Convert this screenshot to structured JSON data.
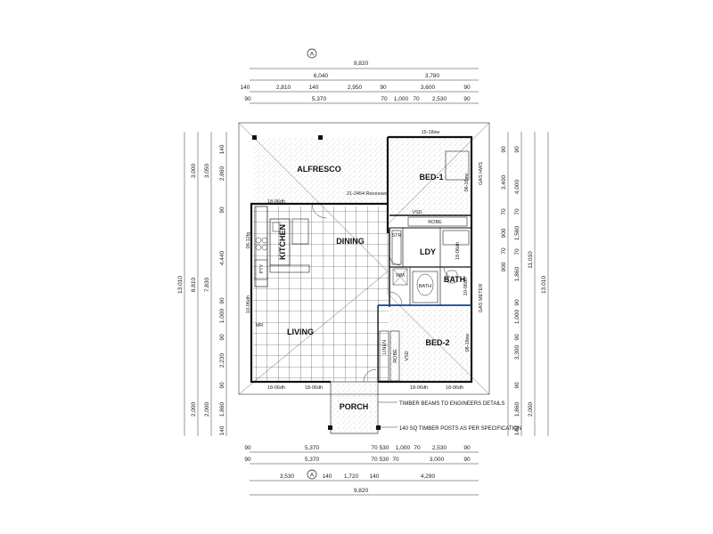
{
  "rooms": {
    "alfresco": "ALFRESCO",
    "bed1": "BED-1",
    "kitchen": "KITCHEN",
    "dining": "DINING",
    "ldy": "LDY",
    "bath": "BATH",
    "living": "LIVING",
    "bed2": "BED-2",
    "porch": "PORCH"
  },
  "labels": {
    "robe_top": "ROBE",
    "vsd_top": "VSD",
    "linen": "LINEN",
    "robe_bed2": "ROBE",
    "vsd_bed2": "VSD",
    "str": "STR",
    "pty": "PTY",
    "wm": "WM",
    "mr": "MR",
    "tub": "BATH",
    "gas_meter": "GAS METER",
    "gas_hws": "GAS HWS"
  },
  "windows": {
    "w_bed1_top": "15-18sw",
    "w_bed1_side": "06-18sw",
    "w_kitchen_top": "18-06dh",
    "w_ldy": "18-06dh",
    "w_bath": "10-06dh",
    "w_bed2_side": "06-18sw",
    "w_living_side": "10-06dh",
    "w_kitchen_side": "06-12fg",
    "w_bed2_bottom": "18-06dh",
    "w_living_bottom_1": "18-06dh",
    "w_living_bottom_2": "18-06dh",
    "w_bed2_bottom_2": "18-06dh",
    "slider": "21-2454 Recessed"
  },
  "dims_top": {
    "overall": "9,820",
    "r2": [
      "6,040",
      "3,780"
    ],
    "r3": [
      "140",
      "2,810",
      "140",
      "2,950",
      "90",
      "3,600",
      "90"
    ],
    "r4": [
      "90",
      "5,370",
      "70",
      "1,000",
      "70",
      "2,530",
      "90"
    ]
  },
  "dims_bottom": {
    "r1": [
      "90",
      "5,370",
      "70",
      "530",
      "1,000",
      "70",
      "2,530",
      "90"
    ],
    "r2": [
      "90",
      "5,370",
      "70",
      "530",
      "70",
      "3,000",
      "90"
    ],
    "r3": [
      "3,530",
      "140",
      "1,720",
      "140",
      "4,290"
    ],
    "overall": "9,820"
  },
  "dims_left": {
    "overall": "13,010",
    "r2": [
      "3,000",
      "8,810",
      "2,000"
    ],
    "r3": [
      "3,050",
      "7,830",
      "2,000"
    ],
    "r4": [
      "140",
      "2,860",
      "90",
      "4,440",
      "90",
      "1,000",
      "90",
      "2,230",
      "90",
      "1,860",
      "140"
    ]
  },
  "dims_right": {
    "overall": "13,010",
    "r2": [
      "11,010",
      "2,000"
    ],
    "r3": [
      "90",
      "4,000",
      "70",
      "1,580",
      "70",
      "1,860",
      "90",
      "1,000",
      "90",
      "3,300",
      "90",
      "1,860",
      "140"
    ],
    "r4": [
      "90",
      "3,400",
      "70",
      "900",
      "70",
      "900"
    ]
  },
  "notes": {
    "timber_beams": "TIMBER BEAMS TO ENGINEERS DETAILS",
    "timber_posts": "140 SQ TIMBER POSTS AS PER SPECIFICATION"
  },
  "grid_marker": "A"
}
